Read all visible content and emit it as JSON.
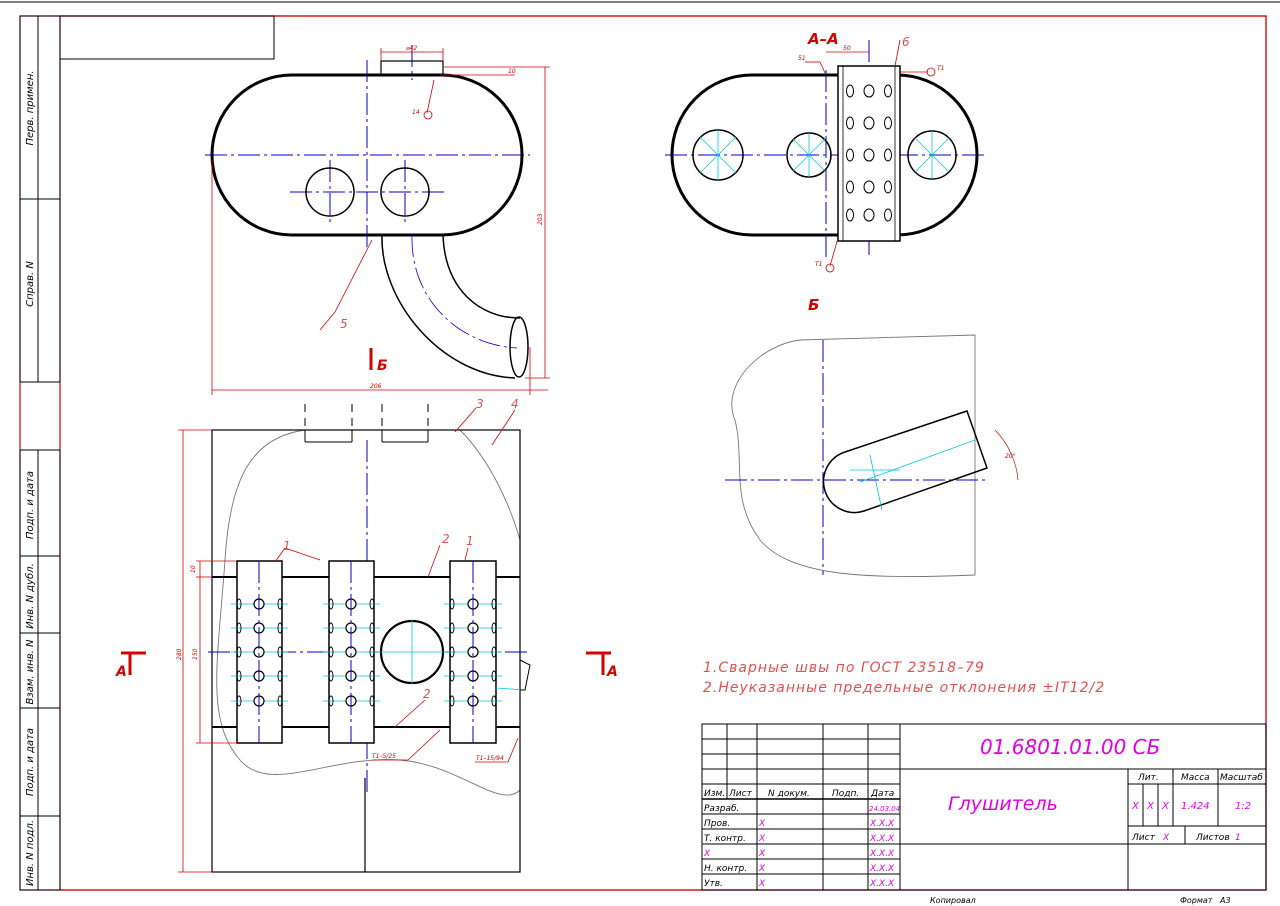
{
  "sidebar": {
    "perv_primen": "Перв. примен.",
    "sprav_n": "Справ. N",
    "podp_data_1": "Подп. и дата",
    "inv_n_dubl": "Инв. N дубл.",
    "vzam_inv_n": "Взам. инв. N",
    "podp_data_2": "Подп. и дата",
    "inv_n_podl": "Инв. N подл."
  },
  "views": {
    "top": {
      "leader_5": "5",
      "section_mark": "Б",
      "dim_d42": "⌀42",
      "dim_10": "10",
      "dim_203": "203",
      "dim_206": "206",
      "marker_14": "14"
    },
    "section_aa": {
      "title": "A–A",
      "leader_6": "6",
      "dim_50": "50",
      "dim_51": "51",
      "marker_t1_top": "T1",
      "marker_t1_bottom": "T1"
    },
    "view_b": {
      "title": "Б",
      "dim_20deg": "20°"
    },
    "front": {
      "leader_1a": "1",
      "leader_2a": "2",
      "leader_1b": "1",
      "leader_2b": "2",
      "leader_3": "3",
      "leader_4": "4",
      "dim_280": "280",
      "dim_150": "150",
      "dim_10": "10",
      "section_a_left": "A",
      "section_a_right": "A",
      "weld_1": "T1–5/25",
      "weld_2": "T1–15/94"
    }
  },
  "notes": {
    "line1": "1.Сварные швы по ГОСТ 23518–79",
    "line2": "2.Неуказанные предельные отклонения ±IT12/2"
  },
  "title_block": {
    "designation": "01.6801.01.00 СБ",
    "name": "Глушитель",
    "hdr_izm": "Изм.",
    "hdr_list": "Лист",
    "hdr_ndokum": "N докум.",
    "hdr_podp": "Подп.",
    "hdr_data": "Дата",
    "row_razrab": "Разраб.",
    "row_prov": "Пров.",
    "row_tkontr": "Т. контр.",
    "row_x": "X",
    "row_nkontr": "Н. контр.",
    "row_utv": "Утв.",
    "name_mark": "X",
    "date_razrab": "24.03.04",
    "date_other": "X.X.X",
    "lit_label": "Лит.",
    "massa_label": "Масса",
    "masshtab_label": "Масштаб",
    "lit_1": "X",
    "lit_2": "X",
    "lit_3": "X",
    "massa_value": "1.424",
    "masshtab_value": "1:2",
    "list_label": "Лист",
    "list_value": "X",
    "listov_label": "Листов",
    "listov_value": "1"
  },
  "footer": {
    "kopiroval": "Копировал",
    "format": "Формат",
    "format_value": "A3"
  },
  "colors": {
    "frame": "#d40000",
    "outline": "#000000",
    "axis": "#0000c8",
    "cyan": "#00c8dc",
    "magenta": "#e000e0",
    "annotation": "#e05050"
  }
}
